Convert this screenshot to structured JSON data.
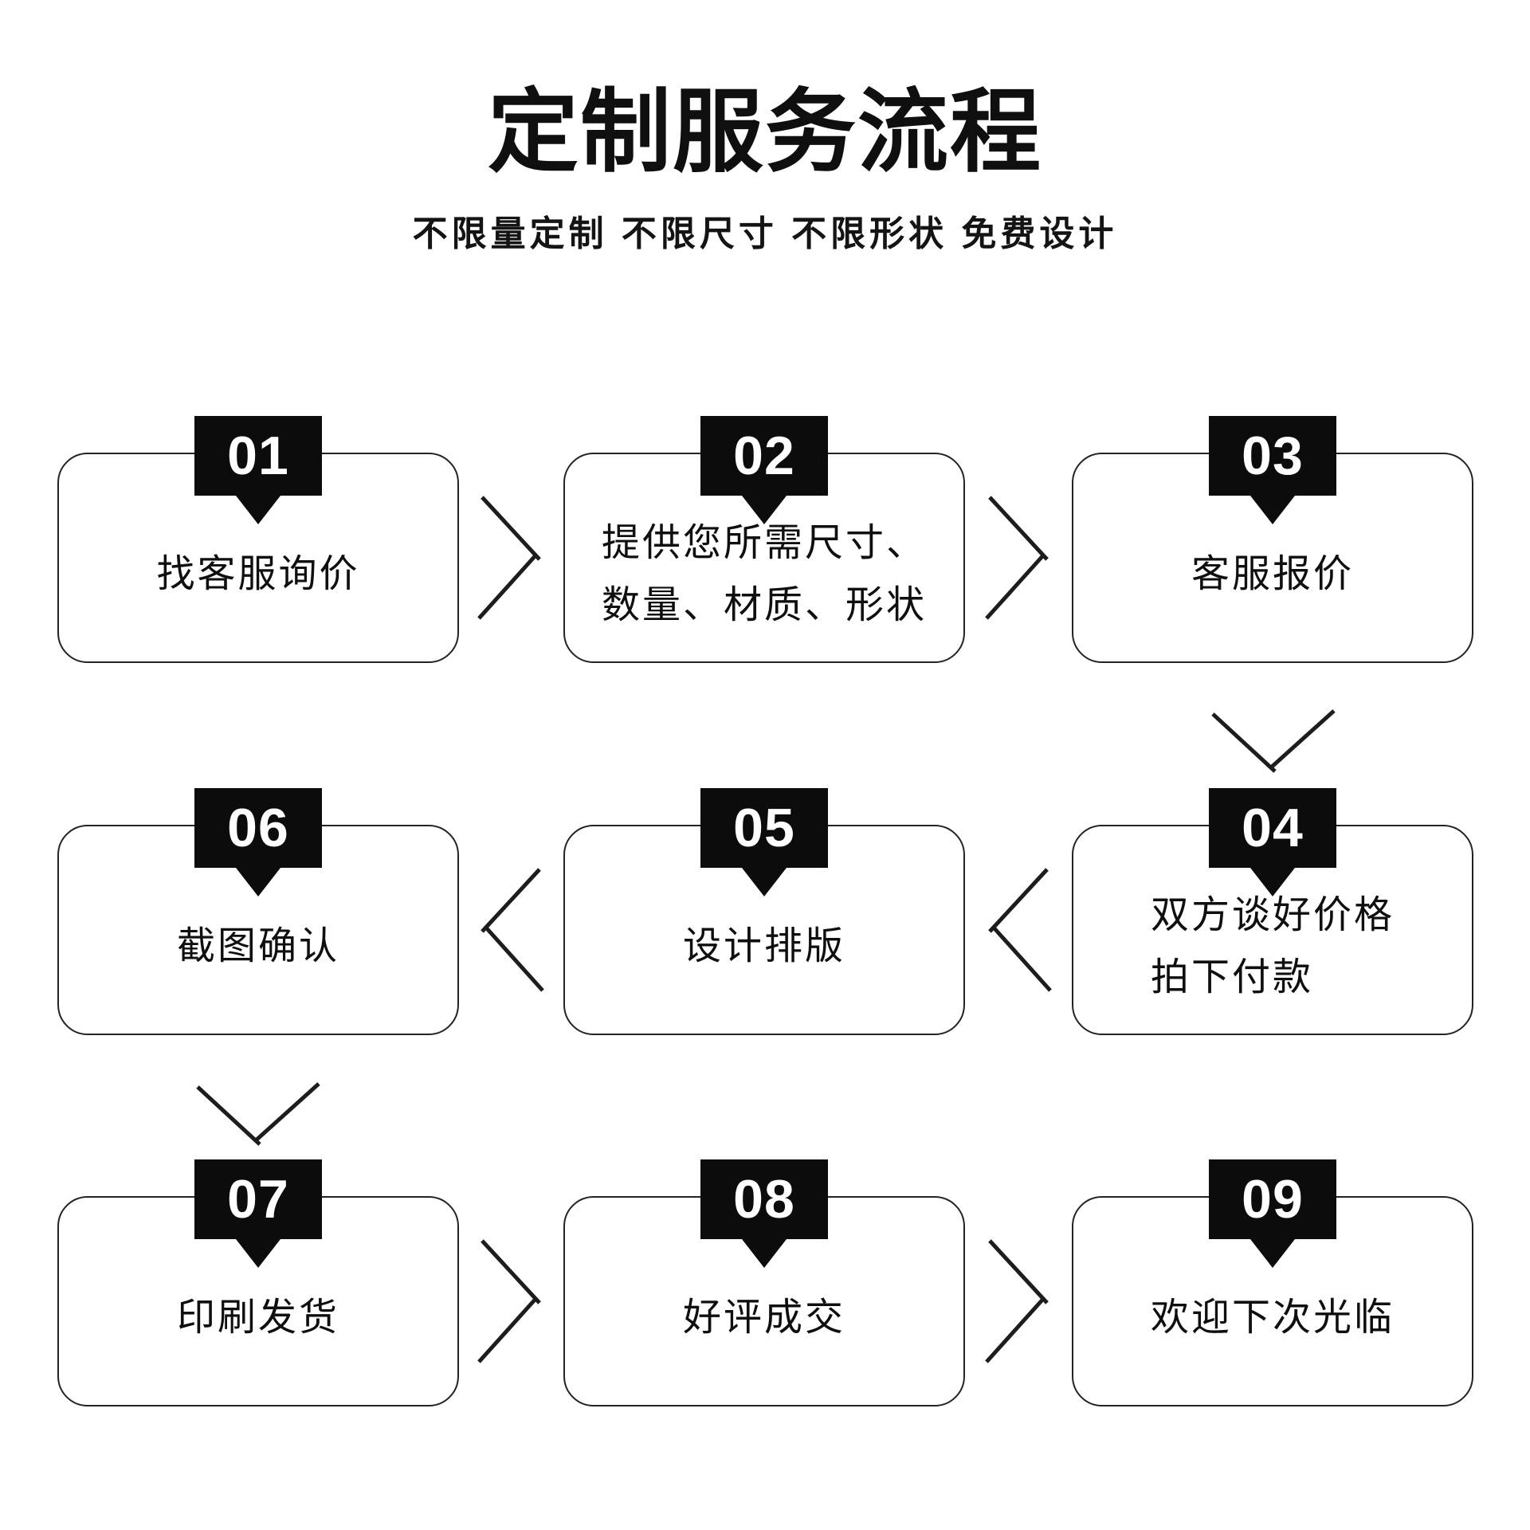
{
  "header": {
    "title": "定制服务流程",
    "subtitle": "不限量定制 不限尺寸 不限形状 免费设计"
  },
  "colors": {
    "background": "#ffffff",
    "badge_bg": "#0c0c0c",
    "badge_text": "#ffffff",
    "box_border": "#232323",
    "text": "#0f0f0f"
  },
  "steps": [
    {
      "number": "01",
      "lines": [
        "找客服询价"
      ]
    },
    {
      "number": "02",
      "lines": [
        "提供您所需尺寸、",
        "数量、材质、形状"
      ]
    },
    {
      "number": "03",
      "lines": [
        "客服报价"
      ]
    },
    {
      "number": "04",
      "lines": [
        "双方谈好价格",
        "拍下付款"
      ]
    },
    {
      "number": "05",
      "lines": [
        "设计排版"
      ]
    },
    {
      "number": "06",
      "lines": [
        "截图确认"
      ]
    },
    {
      "number": "07",
      "lines": [
        "印刷发货"
      ]
    },
    {
      "number": "08",
      "lines": [
        "好评成交"
      ]
    },
    {
      "number": "09",
      "lines": [
        "欢迎下次光临"
      ]
    }
  ],
  "flow": {
    "arrows": [
      {
        "from": "01",
        "to": "02",
        "direction": "right"
      },
      {
        "from": "02",
        "to": "03",
        "direction": "right"
      },
      {
        "from": "03",
        "to": "04",
        "direction": "down"
      },
      {
        "from": "04",
        "to": "05",
        "direction": "left"
      },
      {
        "from": "05",
        "to": "06",
        "direction": "left"
      },
      {
        "from": "06",
        "to": "07",
        "direction": "down"
      },
      {
        "from": "07",
        "to": "08",
        "direction": "right"
      },
      {
        "from": "08",
        "to": "09",
        "direction": "right"
      }
    ]
  }
}
